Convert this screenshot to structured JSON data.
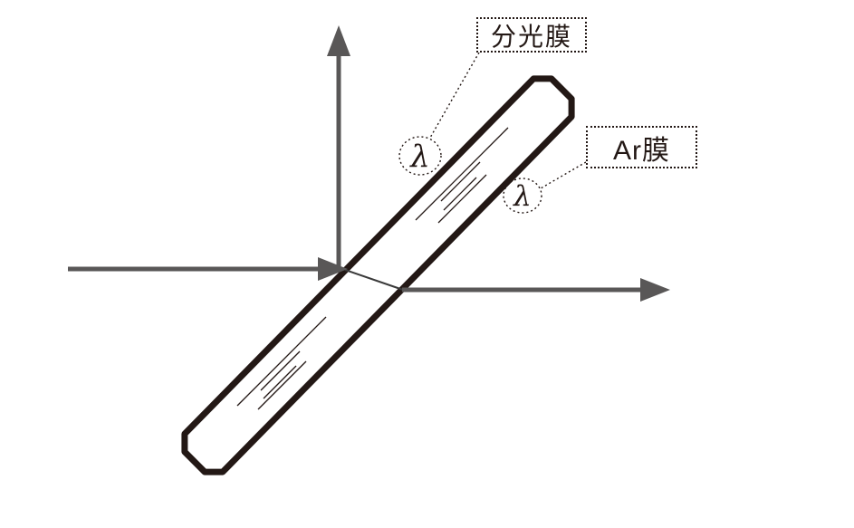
{
  "diagram": {
    "labels": {
      "splitter_film": "分光膜",
      "ar_film": "Ar膜",
      "lambda_front": "λ",
      "lambda_back": "λ"
    },
    "colors": {
      "beam_arrow": "#595757",
      "plate_outline": "#231815",
      "label_text": "#231815",
      "background": "#ffffff"
    }
  }
}
